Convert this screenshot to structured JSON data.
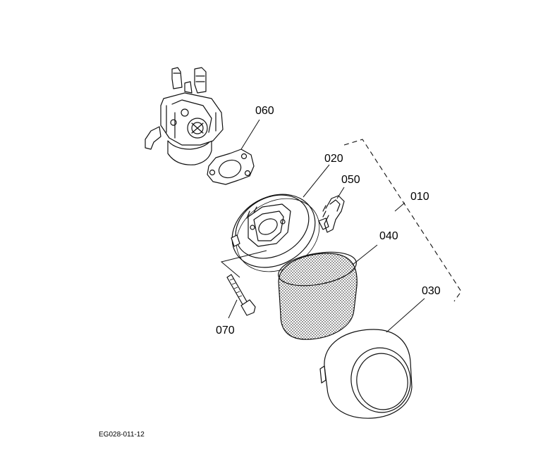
{
  "callouts": {
    "p010": "010",
    "p020": "020",
    "p030": "030",
    "p040": "040",
    "p050": "050",
    "p060": "060",
    "p070": "070"
  },
  "drawing_code": "EG028-011-12"
}
